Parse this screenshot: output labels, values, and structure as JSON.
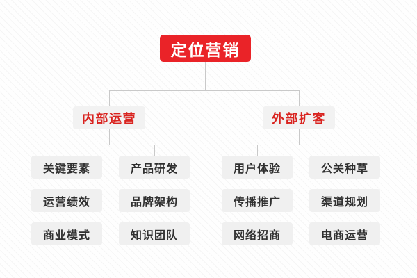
{
  "chart": {
    "type": "org-chart",
    "title": "定位营销",
    "colors": {
      "root_background": "#ea2328",
      "root_text": "#ffffff",
      "level2_background": "#f2f2f2",
      "level2_text": "#d9231f",
      "level3_background": "#f0f0f0",
      "level3_text": "#303030",
      "connector": "#c9c9c9",
      "page_background": "#ffffff"
    },
    "root": {
      "label": "定位营销"
    },
    "branches": [
      {
        "label": "内部运营",
        "columns": [
          {
            "items": [
              "关键要素",
              "运营绩效",
              "商业模式"
            ]
          },
          {
            "items": [
              "产品研发",
              "品牌架构",
              "知识团队"
            ]
          }
        ]
      },
      {
        "label": "外部扩客",
        "columns": [
          {
            "items": [
              "用户体验",
              "传播推广",
              "网络招商"
            ]
          },
          {
            "items": [
              "公关种草",
              "渠道规划",
              "电商运营"
            ]
          }
        ]
      }
    ]
  }
}
